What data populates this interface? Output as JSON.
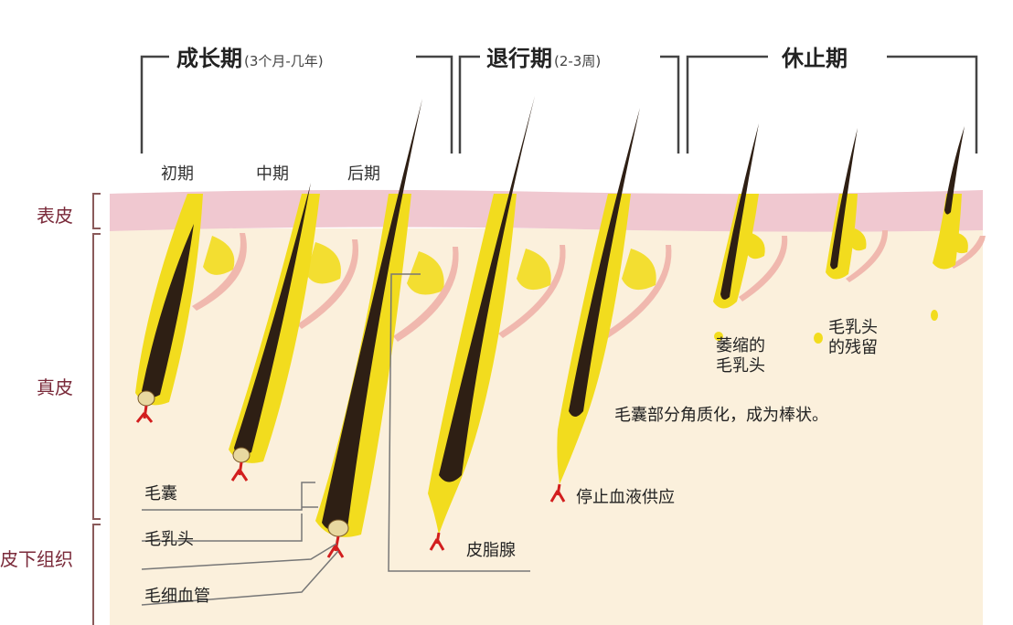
{
  "phases": {
    "anagen": {
      "name": "成长期",
      "duration": "(3个月-几年)"
    },
    "catagen": {
      "name": "退行期",
      "duration": "(2-3周)"
    },
    "telogen": {
      "name": "休止期",
      "duration": ""
    }
  },
  "anagen_stages": {
    "early": "初期",
    "middle": "中期",
    "late": "后期"
  },
  "layers": {
    "epidermis": "表皮",
    "dermis": "真皮",
    "subcutis": "皮下组织"
  },
  "labels": {
    "follicle": "毛囊",
    "papilla": "毛乳头",
    "capillary": "毛细血管",
    "sebaceous": "皮脂腺",
    "stop_blood": "停止血液供应",
    "keratinize": "毛囊部分角质化，成为棒状。",
    "atrophy_line1": "萎缩的",
    "atrophy_line2": "毛乳头",
    "remnant_line1": "毛乳头",
    "remnant_line2": "的残留"
  },
  "colors": {
    "epidermis": "#f0c8d0",
    "dermis": "#fbf0dc",
    "follicle": "#f2dc1e",
    "hair": "#2e1f14",
    "gland": "#f0b8ae",
    "capillary": "#d21e1e",
    "papilla": "#e8d8a0"
  }
}
